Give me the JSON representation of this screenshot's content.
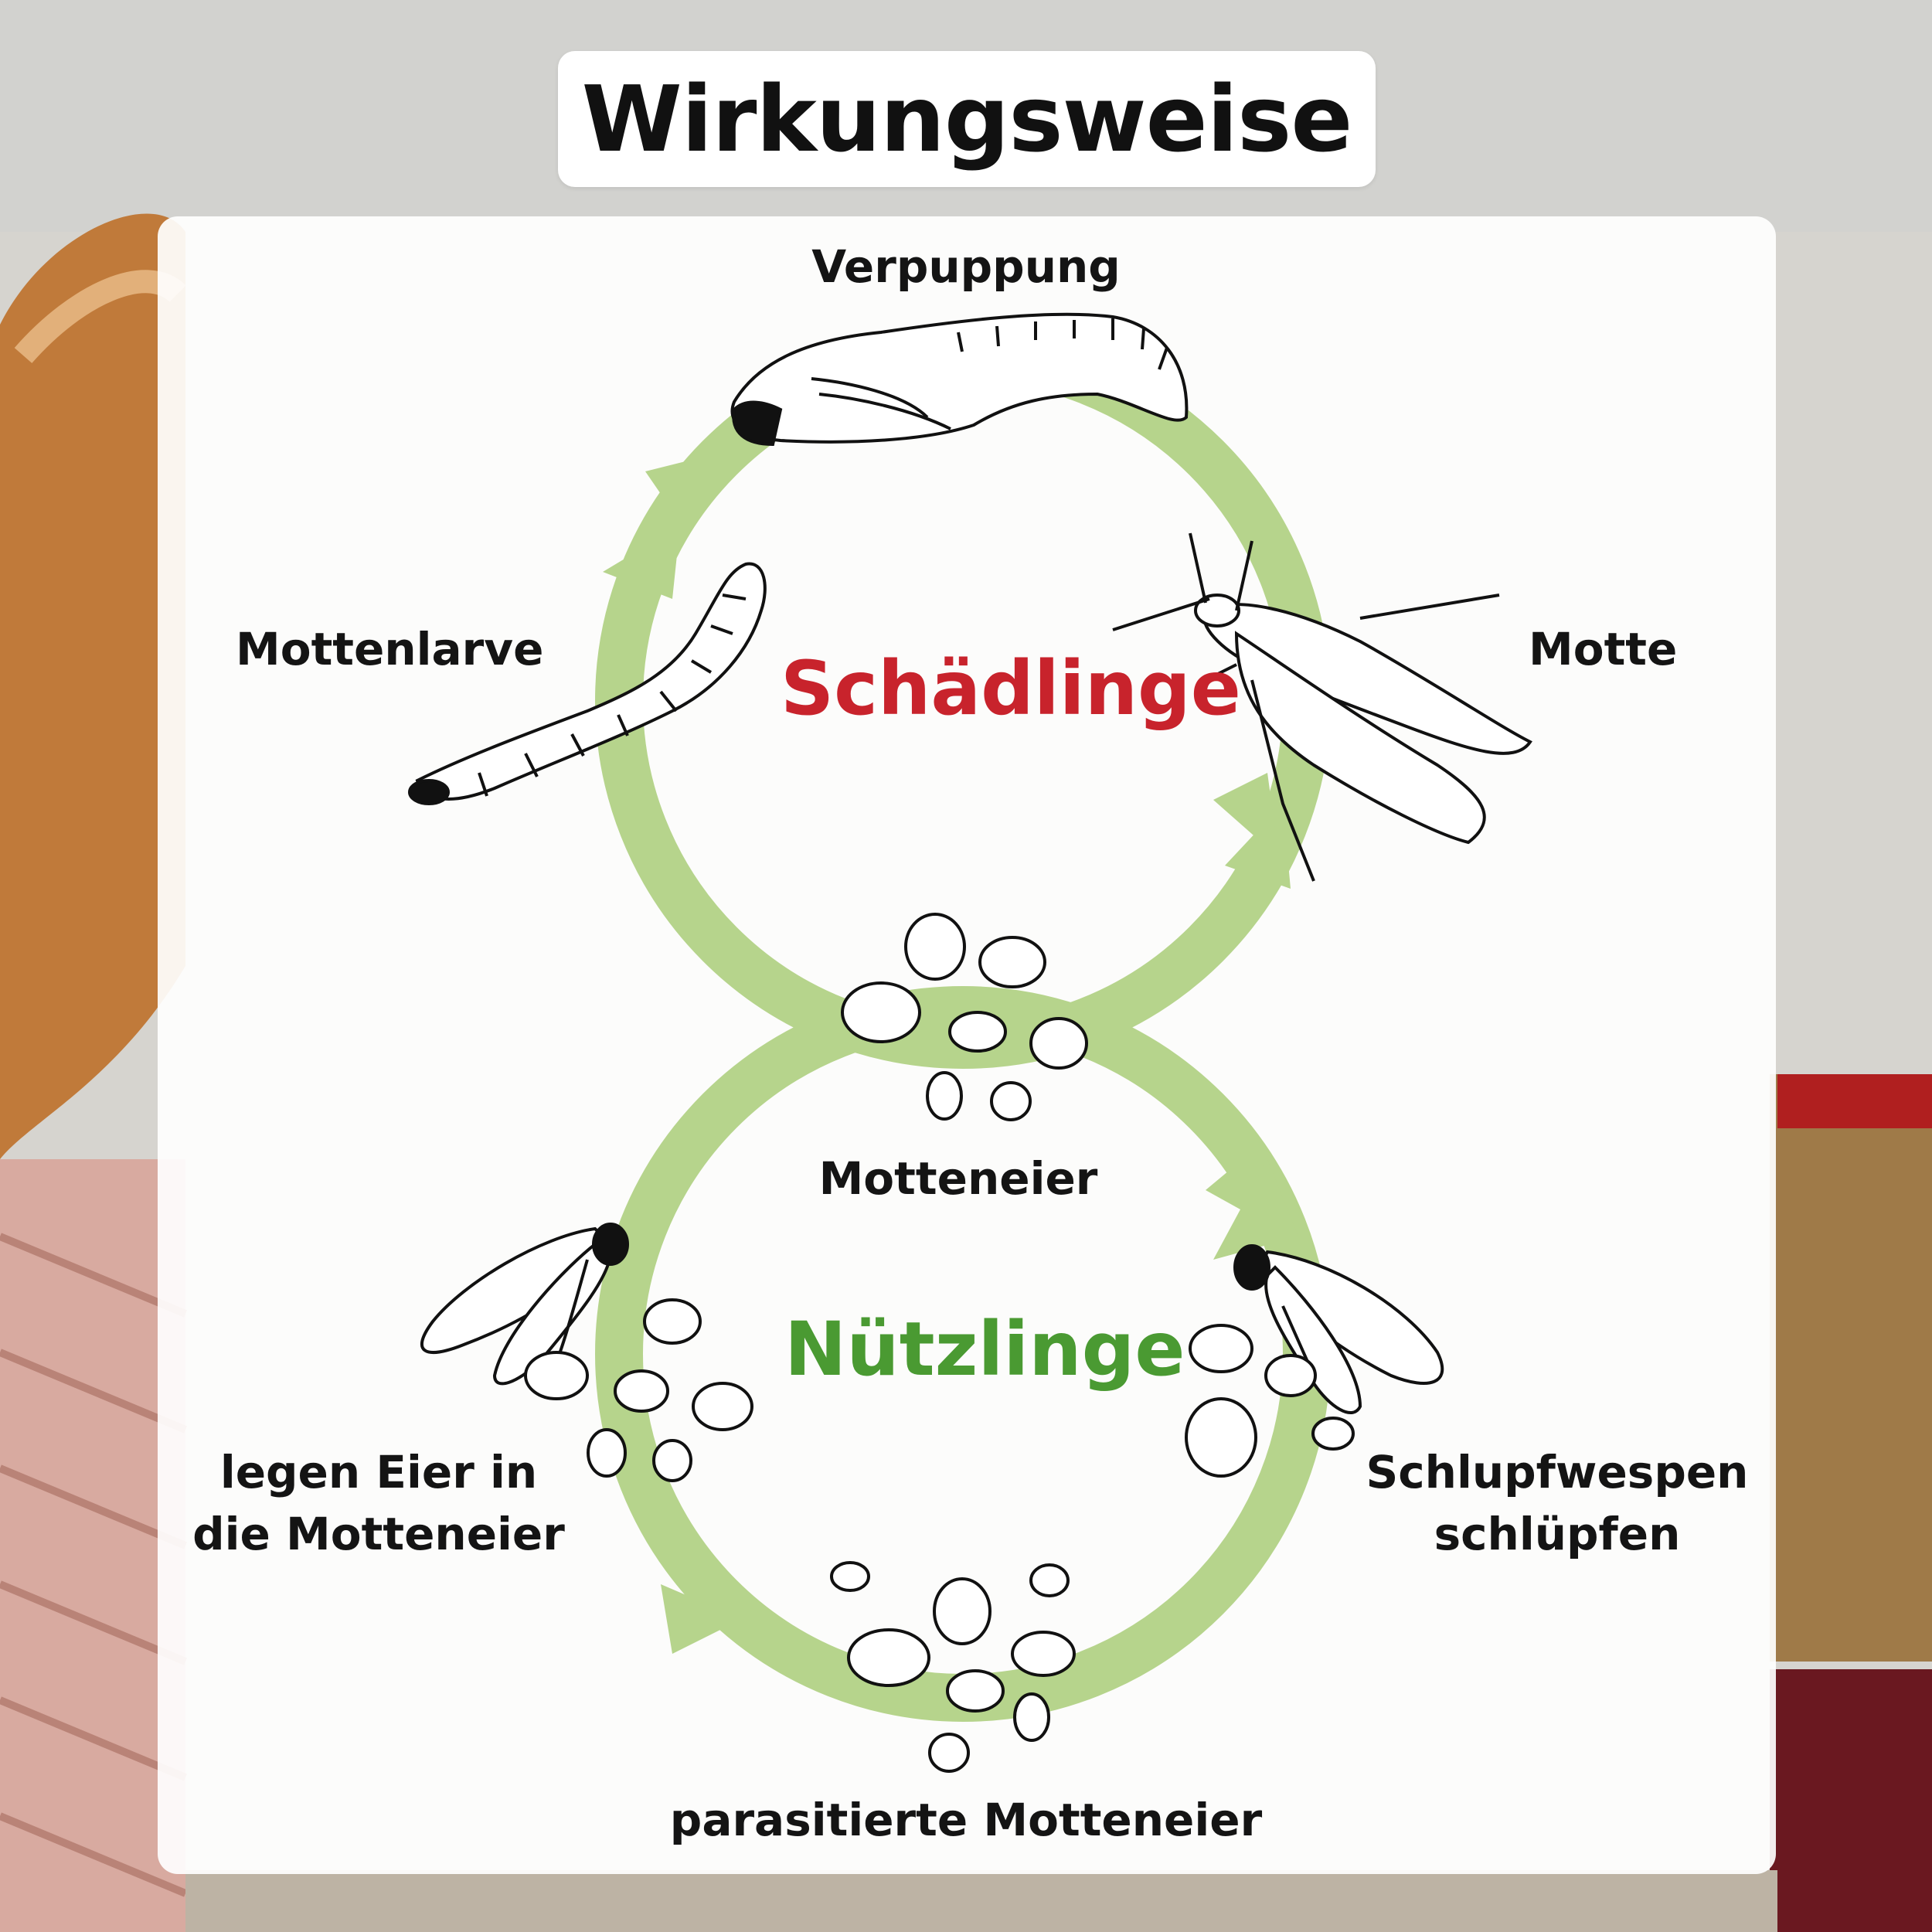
{
  "title": "Wirkungsweise",
  "colors": {
    "pest": "#c8232c",
    "beneficial": "#4a9a32",
    "cycle": "#b6d48c",
    "text": "#141414"
  },
  "cycles": {
    "pest_label": "Schädlinge",
    "beneficial_label": "Nützlinge"
  },
  "stages": {
    "pupation": "Verpuppung",
    "larva": "Mottenlarve",
    "moth": "Motte",
    "moth_eggs": "Motteneier",
    "lay_eggs_line1": "legen Eier in",
    "lay_eggs_line2": "die Motteneier",
    "wasps_hatch_line1": "Schlupfwespen",
    "wasps_hatch_line2": "schlüpfen",
    "parasitized_eggs": "parasitierte Motteneier"
  },
  "icons": [
    "pupa-icon",
    "larva-icon",
    "moth-icon",
    "egg-cluster-icon",
    "wasp-icon",
    "parasitized-egg-cluster-icon"
  ]
}
